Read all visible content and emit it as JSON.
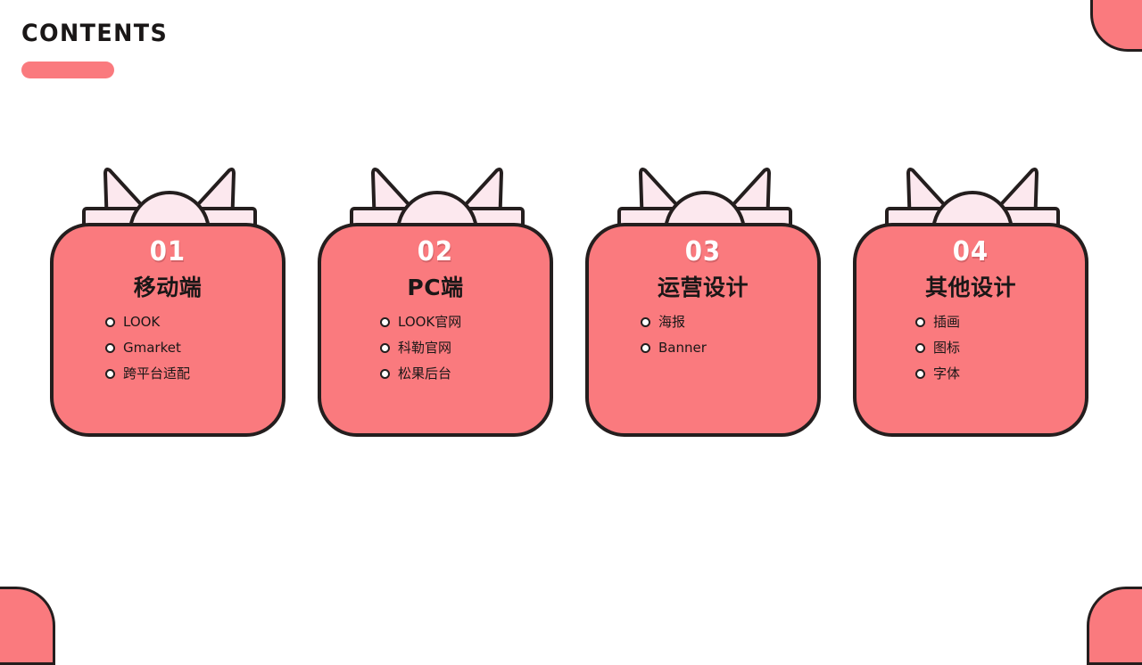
{
  "header": {
    "title": "CONTENTS"
  },
  "theme": {
    "accent": "#FA7A7E",
    "outline": "#241E1E",
    "topper_fill": "#FCE8EE",
    "background": "#FFFFFF",
    "number_color": "#FFFFFF",
    "text_color": "#1A1717"
  },
  "cards": [
    {
      "number": "01",
      "title": "移动端",
      "items": [
        "LOOK",
        "Gmarket",
        "跨平台适配"
      ]
    },
    {
      "number": "02",
      "title": "PC端",
      "items": [
        "LOOK官网",
        "科勒官网",
        "松果后台"
      ]
    },
    {
      "number": "03",
      "title": "运营设计",
      "items": [
        "海报",
        "Banner"
      ]
    },
    {
      "number": "04",
      "title": "其他设计",
      "items": [
        "插画",
        "图标",
        "字体"
      ]
    }
  ]
}
